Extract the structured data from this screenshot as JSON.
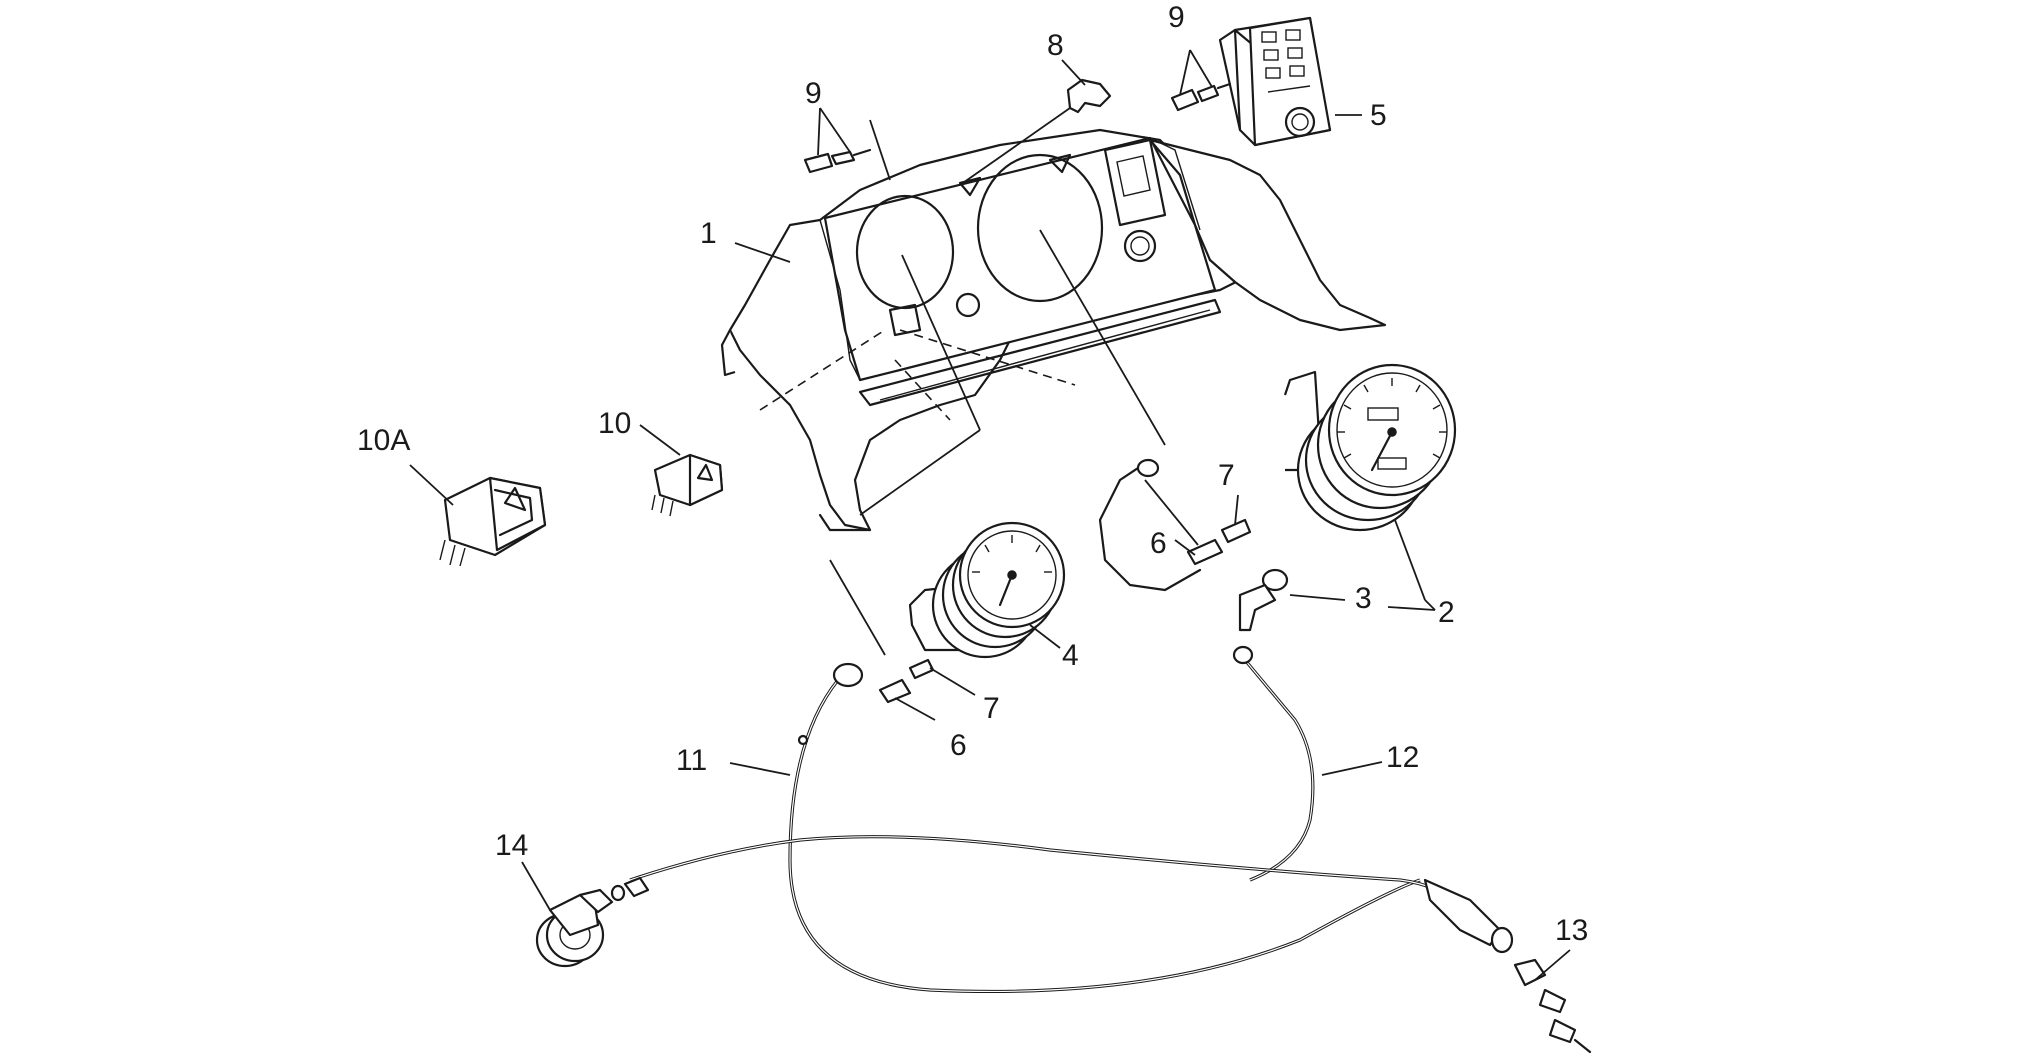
{
  "callouts": {
    "c1": "1",
    "c2": "2",
    "c3": "3",
    "c4": "4",
    "c5": "5",
    "c6a": "6",
    "c6b": "6",
    "c7a": "7",
    "c7b": "7",
    "c8": "8",
    "c9a": "9",
    "c9b": "9",
    "c10": "10",
    "c10a": "10A",
    "c11": "11",
    "c12": "12",
    "c13": "13",
    "c14": "14"
  }
}
